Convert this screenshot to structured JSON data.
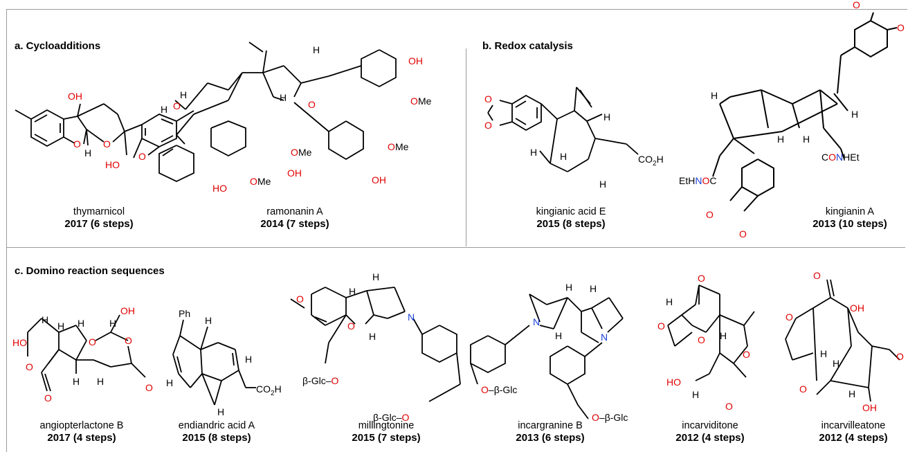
{
  "sections": {
    "a": {
      "title": "a. Cycloadditions"
    },
    "b": {
      "title": "b. Redox catalysis"
    },
    "c": {
      "title": "c. Domino reaction sequences"
    }
  },
  "compounds": [
    {
      "name": "thymarnicol",
      "year": "2017 (6 steps)"
    },
    {
      "name": "ramonanin A",
      "year": "2014 (7 steps)"
    },
    {
      "name": "kingianic acid E",
      "year": "2015 (8 steps)"
    },
    {
      "name": "kingianin A",
      "year": "2013 (10 steps)"
    },
    {
      "name": "angiopterlactone B",
      "year": "2017 (4 steps)"
    },
    {
      "name": "endiandric acid A",
      "year": "2015 (8 steps)"
    },
    {
      "name": "millingtonine",
      "year": "2015 (7 steps)"
    },
    {
      "name": "incargranine B",
      "year": "2013 (6 steps)"
    },
    {
      "name": "incarviditone",
      "year": "2012 (4 steps)"
    },
    {
      "name": "incarvilleatone",
      "year": "2012 (4 steps)"
    }
  ],
  "atom_labels": {
    "O": "O",
    "H": "H",
    "N": "N",
    "OH": "OH",
    "HO": "HO",
    "OMe": "OMe",
    "Me": "Me",
    "CO2H_1": "CO",
    "CO2H_2": "2",
    "CO2H_3": "H",
    "Ph": "Ph",
    "EtHN": "EtH",
    "NHEt": "HEt",
    "C": "C",
    "bGlc": "β-Glc",
    "dash": "–"
  },
  "colors": {
    "oxygen": "#e00000",
    "nitrogen": "#1a3fd6",
    "bond": "#000000",
    "divider": "#9a9a9a"
  }
}
